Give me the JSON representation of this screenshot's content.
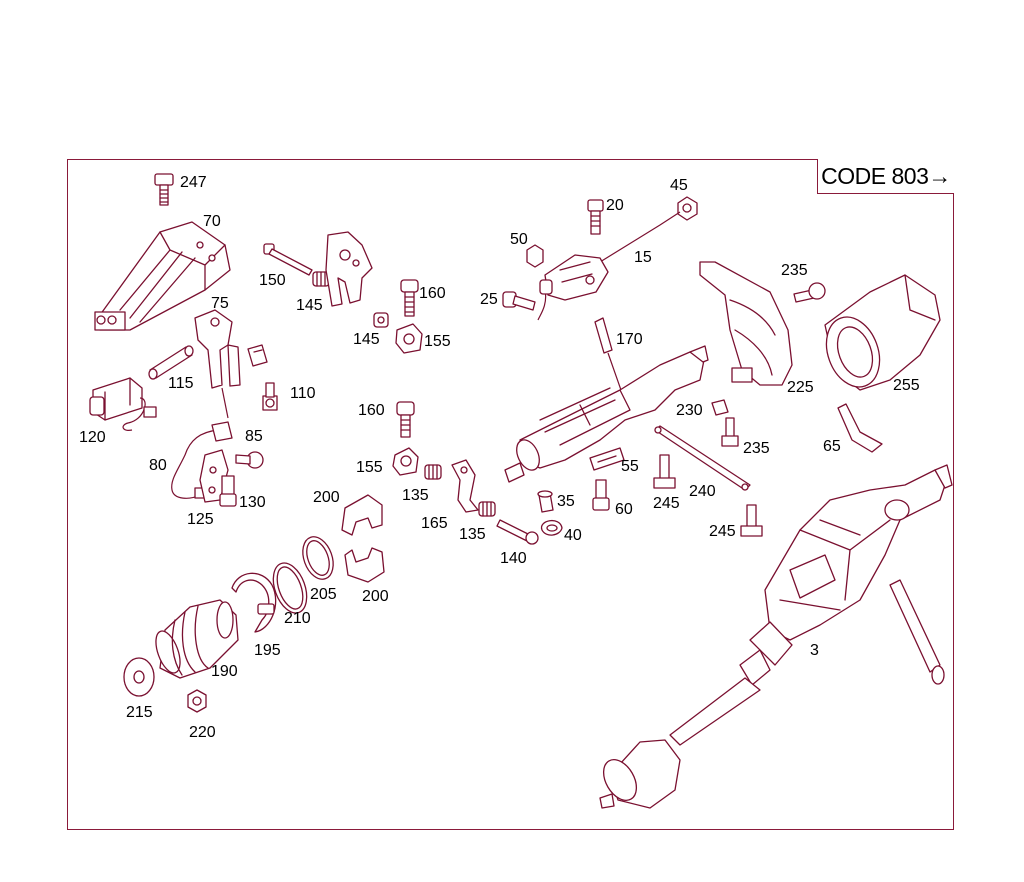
{
  "code_label": "CODE 803→",
  "callouts": [
    "247",
    "70",
    "75",
    "150",
    "145",
    "145",
    "160",
    "155",
    "110",
    "115",
    "120",
    "85",
    "80",
    "130",
    "125",
    "160",
    "155",
    "135",
    "165",
    "135",
    "140",
    "200",
    "200",
    "205",
    "210",
    "195",
    "190",
    "215",
    "220",
    "50",
    "20",
    "45",
    "15",
    "25",
    "170",
    "55",
    "35",
    "40",
    "60",
    "245",
    "240",
    "245",
    "235",
    "225",
    "255",
    "230",
    "235",
    "65",
    "3"
  ],
  "colors": {
    "line": "#7a1030",
    "frame": "#8a1a3a",
    "text": "#000000"
  }
}
